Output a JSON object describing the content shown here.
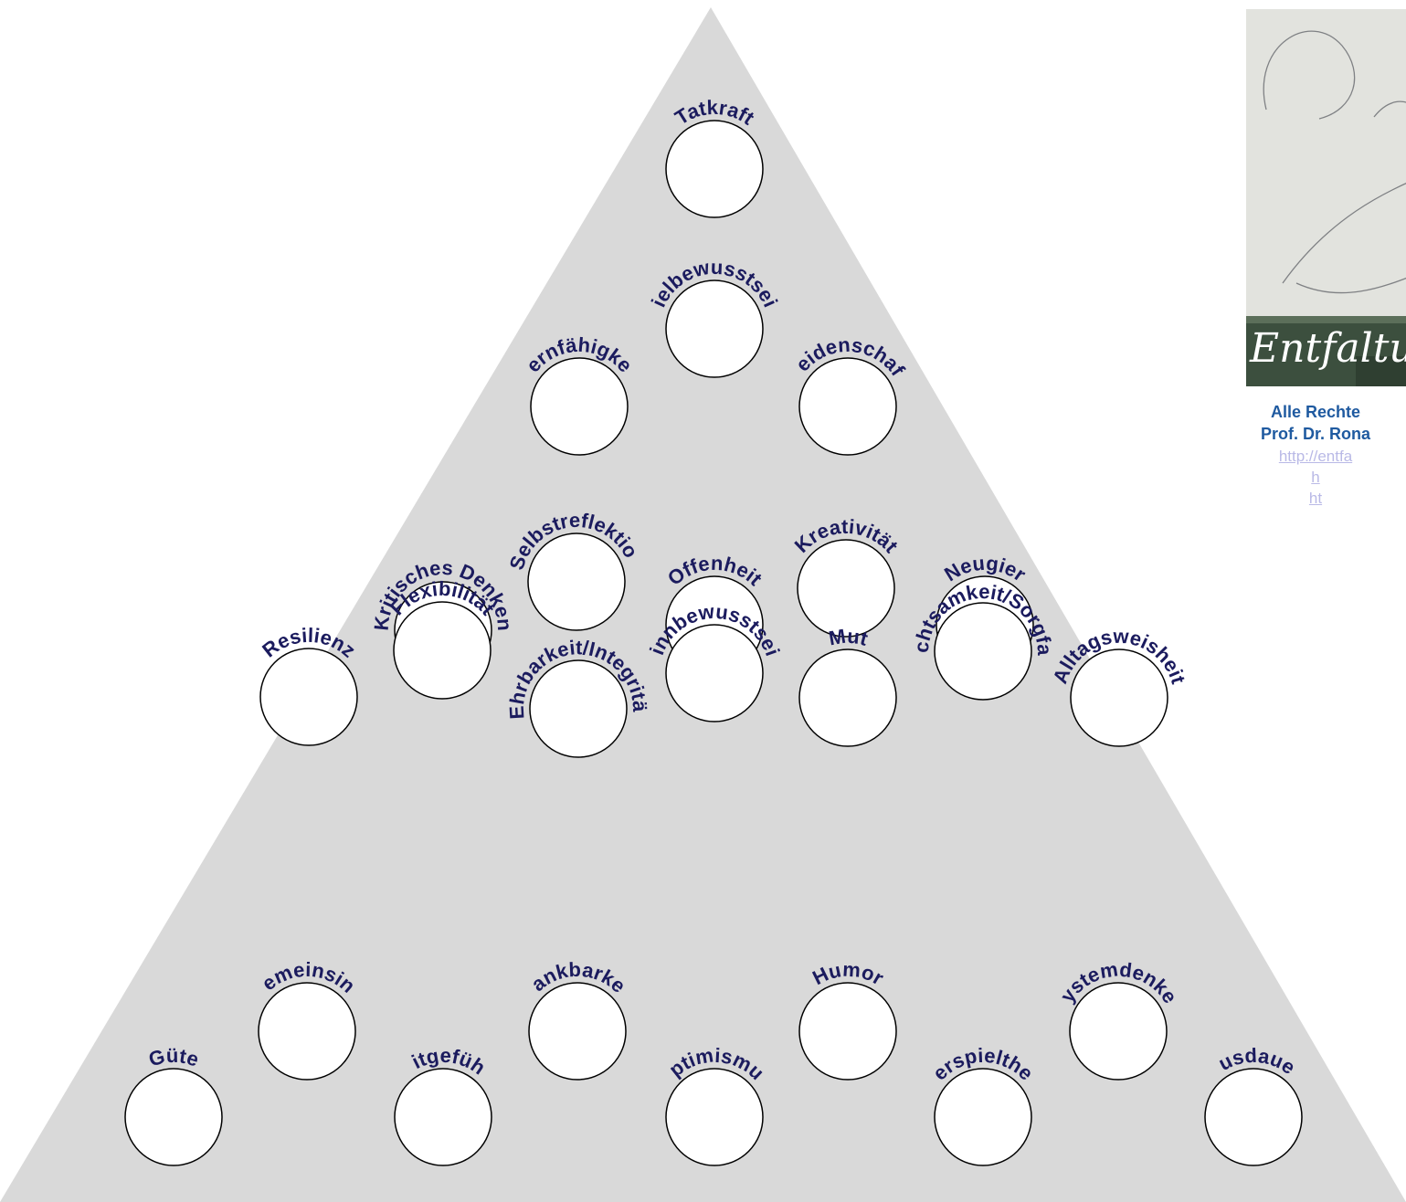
{
  "palette": {
    "pyramid_fill": "#d9d9d9",
    "label_color": "#1b1b5e",
    "credit_color": "#1f5aa0",
    "link_color": "#b9b9e6"
  },
  "strengths": [
    {
      "id": "tatkraft",
      "label": "Tatkraft"
    },
    {
      "id": "zielbewusstsein",
      "label": "Zielbewusstsein"
    },
    {
      "id": "lernfaehigkeit",
      "label": "Lernfähigkeit"
    },
    {
      "id": "leidenschaft",
      "label": "Leidenschaft"
    },
    {
      "id": "selbstreflektion",
      "label": "Selbstreflektion"
    },
    {
      "id": "kreativitaet",
      "label": "Kreativität"
    },
    {
      "id": "offenheit",
      "label": "Offenheit"
    },
    {
      "id": "kritisches-denken",
      "label": "Kritisches Denken"
    },
    {
      "id": "neugier",
      "label": "Neugier"
    },
    {
      "id": "flexibilitaet",
      "label": "Flexibilität"
    },
    {
      "id": "sinnbewusstsein",
      "label": "Sinnbewusstsein"
    },
    {
      "id": "achtsamkeit-sorgfalt",
      "label": "Achtsamkeit/Sorgfalt"
    },
    {
      "id": "resilienz",
      "label": "Resilienz"
    },
    {
      "id": "mut",
      "label": "Mut"
    },
    {
      "id": "ehrbarkeit-integritaet",
      "label": "Ehrbarkeit/Integrität"
    },
    {
      "id": "alltagsweisheit",
      "label": "Alltagsweisheit"
    },
    {
      "id": "gemeinsinn",
      "label": "Gemeinsinn"
    },
    {
      "id": "dankbarkeit",
      "label": "Dankbarkeit"
    },
    {
      "id": "humor",
      "label": "Humor"
    },
    {
      "id": "systemdenken",
      "label": "Systemdenken"
    },
    {
      "id": "guete",
      "label": "Güte"
    },
    {
      "id": "mitgefuehl",
      "label": "Mitgefühl"
    },
    {
      "id": "optimismus",
      "label": "Optimismus"
    },
    {
      "id": "verspieltheit",
      "label": "Verspieltheit"
    },
    {
      "id": "ausdauer",
      "label": "Ausdauer"
    }
  ],
  "credits": {
    "rights": "Alle Rechte",
    "author": "Prof. Dr. Rona",
    "links": [
      "http://entfa",
      "h",
      "ht"
    ]
  },
  "logo": {
    "text": "Entfaltu"
  }
}
